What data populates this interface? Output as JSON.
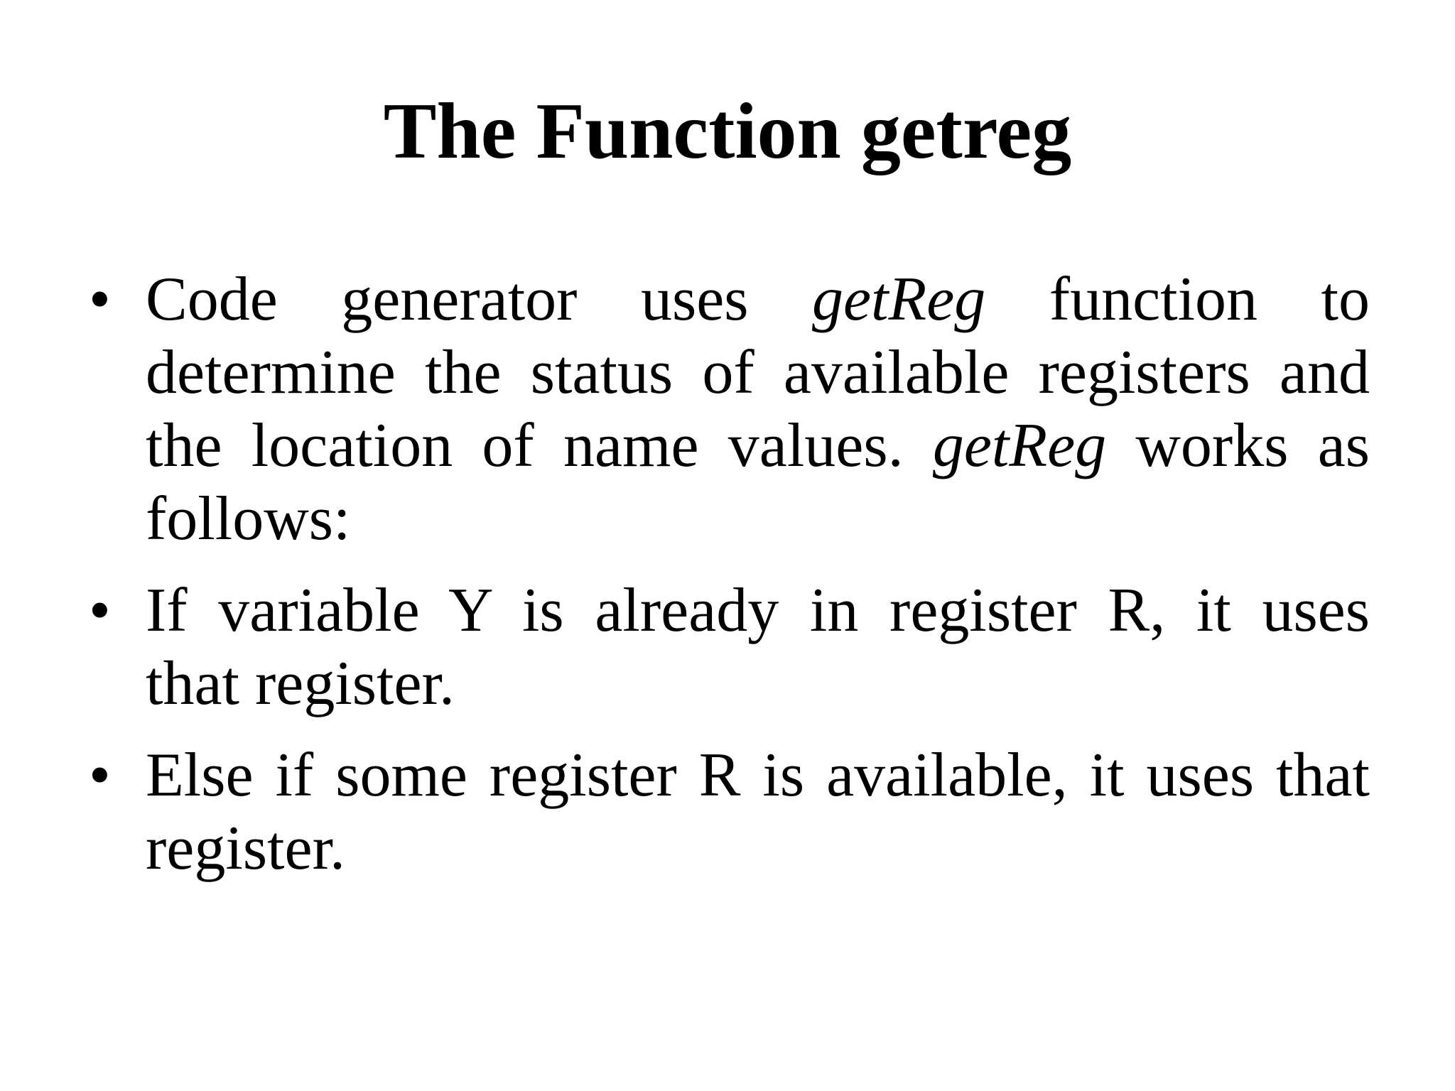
{
  "slide": {
    "title": "The Function getreg",
    "bullet_char": "•",
    "colors": {
      "background": "#ffffff",
      "text": "#000000"
    },
    "bullets": [
      {
        "text": "Code generator uses getReg function to determine the status of available registers and the location of name values. getReg works as follows:",
        "lines": [
          {
            "justify": true,
            "runs": [
              {
                "t": "Code generator uses "
              },
              {
                "t": "getReg",
                "italic": true
              },
              {
                "t": " function to"
              }
            ]
          },
          {
            "justify": true,
            "runs": [
              {
                "t": "determine the status of available registers and"
              }
            ]
          },
          {
            "justify": true,
            "runs": [
              {
                "t": "the location of name values. "
              },
              {
                "t": "getReg",
                "italic": true
              },
              {
                "t": " works as"
              }
            ]
          },
          {
            "justify": false,
            "runs": [
              {
                "t": "follows:"
              }
            ]
          }
        ]
      },
      {
        "text": "If variable Y is already in register R, it uses that register.",
        "lines": [
          {
            "justify": true,
            "runs": [
              {
                "t": "If variable Y is already in register R, it uses"
              }
            ]
          },
          {
            "justify": false,
            "runs": [
              {
                "t": "that register."
              }
            ]
          }
        ]
      },
      {
        "text": "Else if some register R is available, it uses that register.",
        "lines": [
          {
            "justify": true,
            "runs": [
              {
                "t": "Else if some register R is available, it uses that"
              }
            ]
          },
          {
            "justify": false,
            "runs": [
              {
                "t": "register."
              }
            ]
          }
        ]
      }
    ]
  }
}
